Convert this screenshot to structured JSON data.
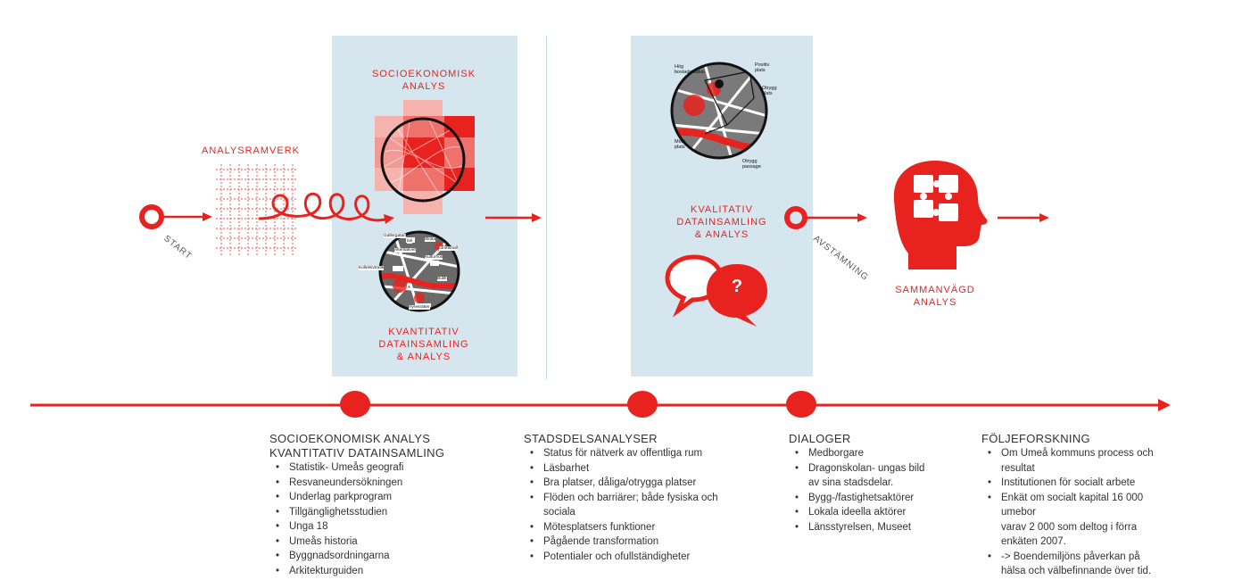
{
  "labels": {
    "start": "START",
    "analysramverk": "ANALYSRAMVERK",
    "socioekonomisk_line1": "SOCIOEKONOMISK",
    "socioekonomisk_line2": "ANALYS",
    "kvantitativ_line1": "KVANTITATIV",
    "kvantitativ_line2": "DATAINSAMLING",
    "kvantitativ_line3": "& ANALYS",
    "kvalitativ_line1": "KVALITATIV",
    "kvalitativ_line2": "DATAINSAMLING",
    "kvalitativ_line3": "& ANALYS",
    "avstamning": "AVSTÄMNING",
    "sammanvagd_line1": "SAMMANVÄGD",
    "sammanvagd_line2": "ANALYS",
    "question_mark": "?"
  },
  "map_labels_top": [
    "Hög",
    "bostadsstatus",
    "Positiv",
    "plats",
    "Otrygg",
    "plats",
    "Mörk",
    "plats",
    "Otrygg",
    "passage"
  ],
  "map_labels_bottom": [
    "Gallergatan",
    "Ildi",
    "Skola",
    "Alteritativet",
    "Idrottshall",
    "Kulturhus",
    "Kollektivtrafik",
    "Butik",
    "Hyresrätter"
  ],
  "colors": {
    "accent": "#e8231f",
    "panel": "#d6e6ef",
    "text": "#333333"
  },
  "columns": [
    {
      "title_lines": [
        "SOCIOEKONOMISK ANALYS",
        "KVANTITATIV DATAINSAMLING"
      ],
      "items": [
        [
          "Statistik- Umeås geografi"
        ],
        [
          "Resvaneundersökningen"
        ],
        [
          "Underlag parkprogram"
        ],
        [
          "Tillgänglighetsstudien"
        ],
        [
          "Unga 18"
        ],
        [
          "Umeås historia"
        ],
        [
          "Byggnadsordningarna"
        ],
        [
          "Arkitekturguiden"
        ]
      ]
    },
    {
      "title_lines": [
        "STADSDELSANALYSER"
      ],
      "items": [
        [
          "Status för nätverk av offentliga rum"
        ],
        [
          "Läsbarhet"
        ],
        [
          "Bra platser, dåliga/otrygga platser"
        ],
        [
          "Flöden och barriärer; både fysiska och",
          "sociala"
        ],
        [
          "Mötesplatsers funktioner"
        ],
        [
          "Pågående transformation"
        ],
        [
          "Potentialer och ofullständigheter"
        ]
      ]
    },
    {
      "title_lines": [
        "DIALOGER"
      ],
      "items": [
        [
          "Medborgare"
        ],
        [
          "Dragonskolan- ungas bild",
          "av sina stadsdelar."
        ],
        [
          "Bygg-/fastighetsaktörer"
        ],
        [
          "Lokala ideella aktörer"
        ],
        [
          "Länsstyrelsen, Museet"
        ]
      ]
    },
    {
      "title_lines": [
        "FÖLJEFORSKNING"
      ],
      "items": [
        [
          "Om Umeå kommuns process och",
          "resultat"
        ],
        [
          "Institutionen för socialt arbete"
        ],
        [
          "Enkät om socialt kapital 16 000",
          "umebor",
          "varav 2 000 som deltog i förra",
          "enkäten 2007."
        ],
        [
          "-> Boendemiljöns påverkan på",
          "hälsa och välbefinnande över tid."
        ]
      ]
    }
  ]
}
